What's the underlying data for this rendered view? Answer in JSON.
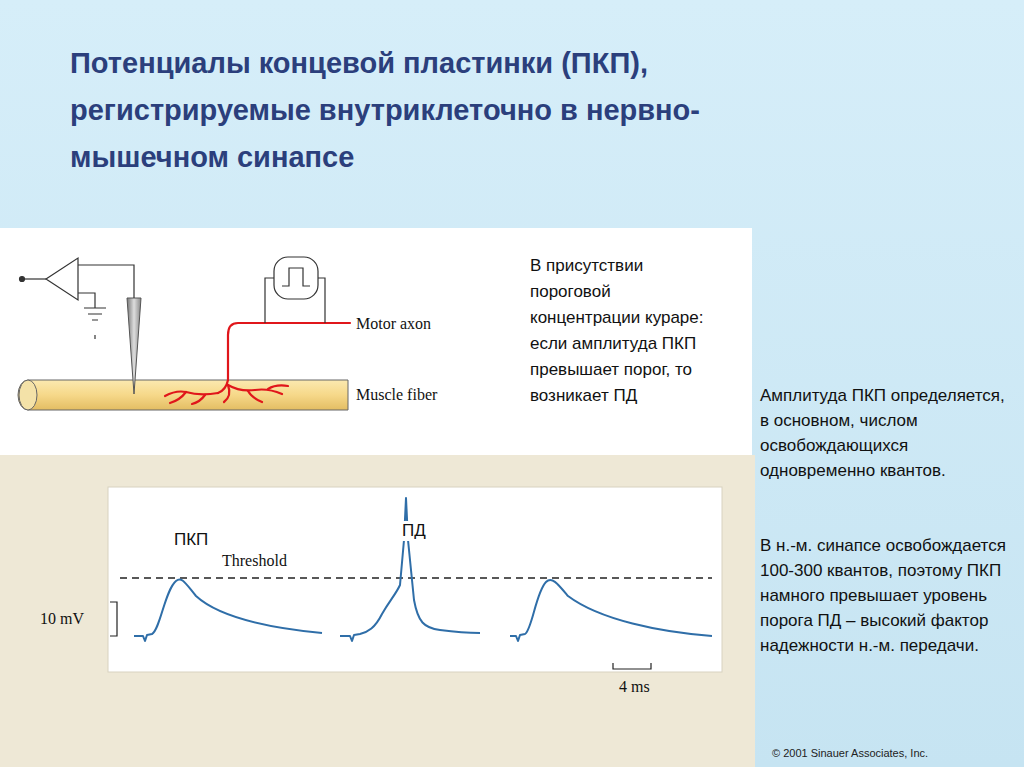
{
  "diagram": {
    "title": "Потенциалы концевой пластинки (ПКП), регистрируемые внутриклеточно в нервно-мышечном синапсе",
    "labels": [
      "Motor axon",
      "Muscle fiber",
      "В присутствии пороговой концентрации кураре: если амплитуда ПКП превышает порог, то возникает ПД",
      "ПКП",
      "ПД",
      "Threshold",
      "10 mV",
      "4 ms",
      "Амплитуда ПКП определяется, в основном, числом освобождающихся одновременно квантов.",
      "В н.-м. синапсе освобождается 100-300 квантов, поэтому ПКП намного превышает уровень порога ПД – высокий фактор надежности н.-м. передачи.",
      "© 2001 Sinauer Associates, Inc."
    ]
  }
}
